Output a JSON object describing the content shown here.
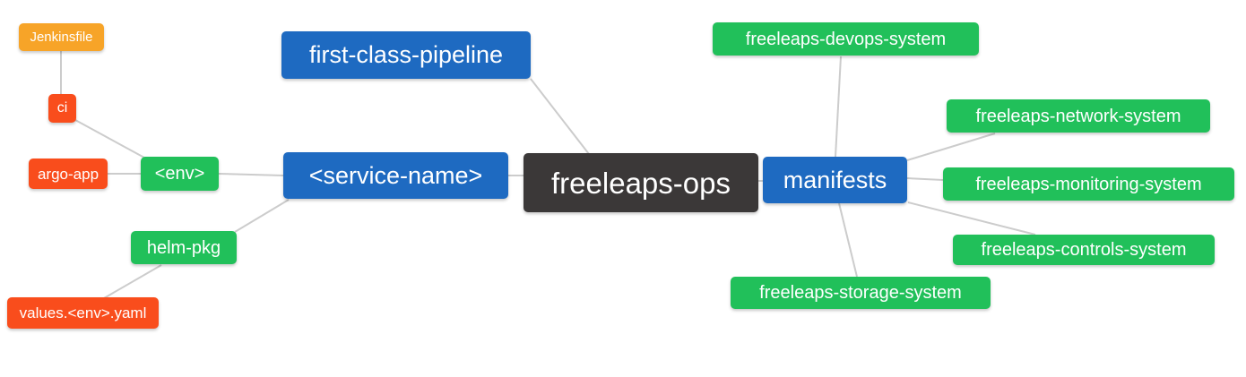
{
  "diagram": {
    "nodes": {
      "freeleaps_ops": {
        "label": "freeleaps-ops"
      },
      "first_class_pipeline": {
        "label": "first-class-pipeline"
      },
      "service_name": {
        "label": "<service-name>"
      },
      "manifests": {
        "label": "manifests"
      },
      "env": {
        "label": "<env>"
      },
      "helm_pkg": {
        "label": "helm-pkg"
      },
      "ci": {
        "label": "ci"
      },
      "argo_app": {
        "label": "argo-app"
      },
      "jenkinsfile": {
        "label": "Jenkinsfile"
      },
      "values_yaml": {
        "label": "values.<env>.yaml"
      },
      "devops_system": {
        "label": "freeleaps-devops-system"
      },
      "network_system": {
        "label": "freeleaps-network-system"
      },
      "monitoring_system": {
        "label": "freeleaps-monitoring-system"
      },
      "controls_system": {
        "label": "freeleaps-controls-system"
      },
      "storage_system": {
        "label": "freeleaps-storage-system"
      }
    },
    "edges": [
      {
        "from": "jenkinsfile",
        "to": "ci"
      },
      {
        "from": "ci",
        "to": "env"
      },
      {
        "from": "argo_app",
        "to": "env"
      },
      {
        "from": "env",
        "to": "service_name"
      },
      {
        "from": "helm_pkg",
        "to": "service_name"
      },
      {
        "from": "values_yaml",
        "to": "helm_pkg"
      },
      {
        "from": "first_class_pipeline",
        "to": "freeleaps_ops"
      },
      {
        "from": "service_name",
        "to": "freeleaps_ops"
      },
      {
        "from": "freeleaps_ops",
        "to": "manifests"
      },
      {
        "from": "manifests",
        "to": "devops_system"
      },
      {
        "from": "manifests",
        "to": "network_system"
      },
      {
        "from": "manifests",
        "to": "monitoring_system"
      },
      {
        "from": "manifests",
        "to": "controls_system"
      },
      {
        "from": "manifests",
        "to": "storage_system"
      }
    ],
    "colors": {
      "root": "#3b3838",
      "level1": "#1e6ac1",
      "level2": "#21c05a",
      "level3": "#f94d1c",
      "level4": "#f7a428",
      "connector": "#cccccc",
      "text": "#ffffff",
      "background": "#ffffff"
    }
  }
}
